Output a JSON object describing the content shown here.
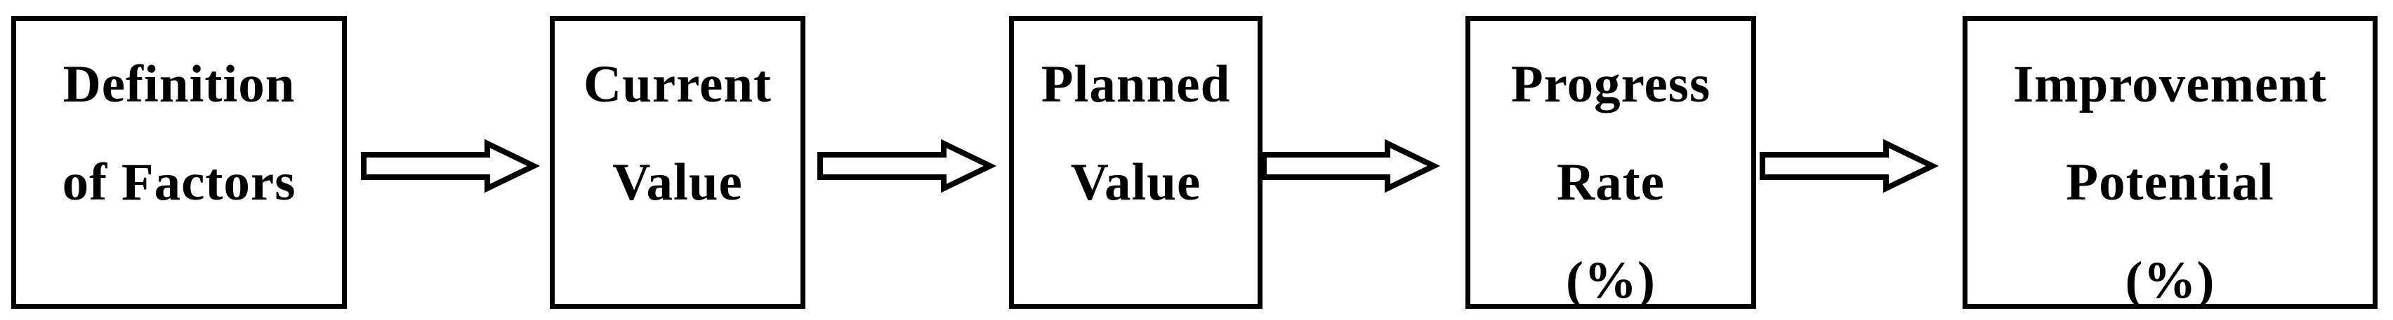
{
  "diagram": {
    "type": "flowchart",
    "background_color": "#ffffff",
    "line_color": "#000000",
    "text_color": "#000000",
    "boxes": [
      {
        "id": "definition-of-factors",
        "lines": [
          "Definition",
          "of Factors"
        ]
      },
      {
        "id": "current-value",
        "lines": [
          "Current",
          "Value"
        ]
      },
      {
        "id": "planned-value",
        "lines": [
          "Planned",
          "Value"
        ]
      },
      {
        "id": "progress-rate",
        "lines": [
          "Progress",
          "Rate",
          "(%)"
        ]
      },
      {
        "id": "improvement-potential",
        "lines": [
          "Improvement",
          "Potential",
          "(%)"
        ]
      }
    ],
    "connectors": [
      {
        "icon": "right-arrow-icon",
        "from": "definition-of-factors",
        "to": "current-value"
      },
      {
        "icon": "right-arrow-icon",
        "from": "current-value",
        "to": "planned-value"
      },
      {
        "icon": "right-arrow-icon",
        "from": "planned-value",
        "to": "progress-rate"
      },
      {
        "icon": "right-arrow-icon",
        "from": "progress-rate",
        "to": "improvement-potential"
      }
    ]
  }
}
